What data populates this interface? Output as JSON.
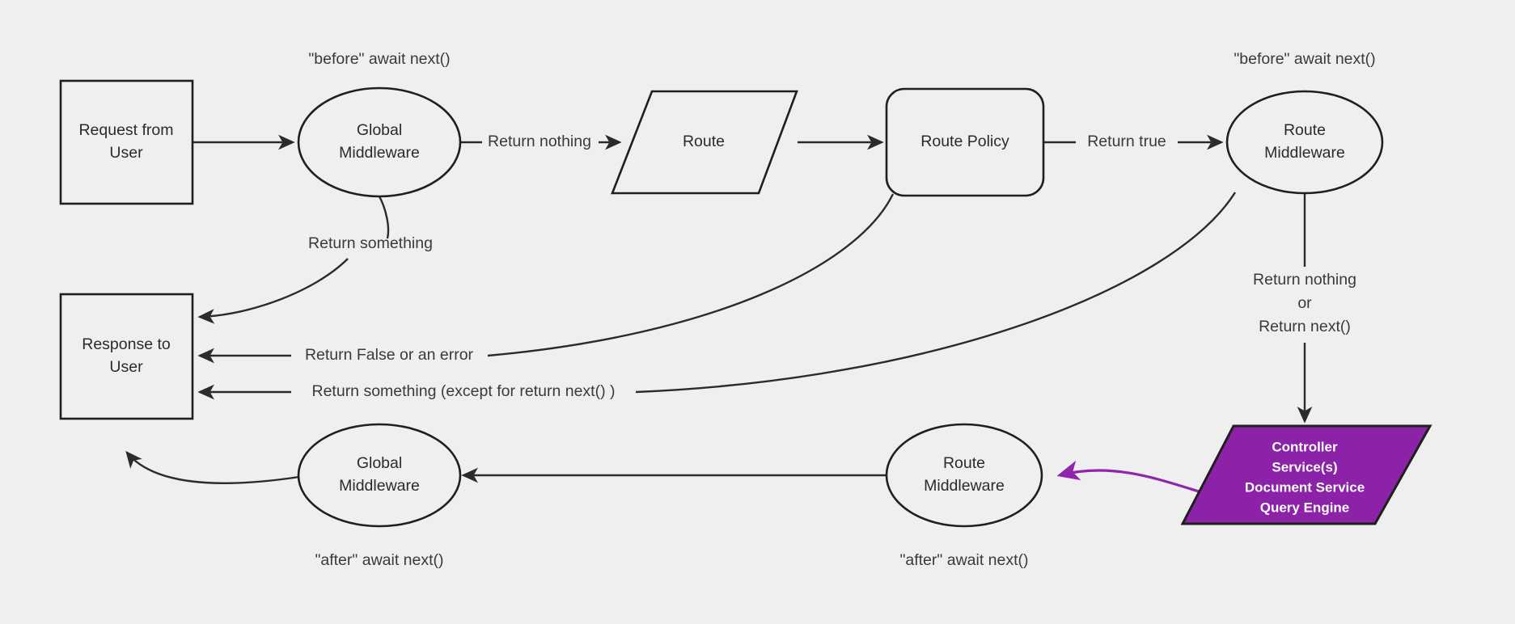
{
  "diagram": {
    "title": "Middleware request/response lifecycle flowchart",
    "background_color": "#efefef",
    "line_color": "#2b2b2b",
    "accent_color": "#8b22a8",
    "accent_text_color": "#ffffff"
  },
  "nodes": {
    "request_from_user": {
      "label_line1": "Request from",
      "label_line2": "User",
      "shape": "rectangle"
    },
    "global_middleware_top": {
      "label_line1": "Global",
      "label_line2": "Middleware",
      "shape": "ellipse"
    },
    "route": {
      "label": "Route",
      "shape": "parallelogram"
    },
    "route_policy": {
      "label": "Route Policy",
      "shape": "rounded-rectangle"
    },
    "route_middleware_top": {
      "label_line1": "Route",
      "label_line2": "Middleware",
      "shape": "ellipse"
    },
    "controller_services": {
      "line1": "Controller",
      "line2": "Service(s)",
      "line3": "Document Service",
      "line4": "Query Engine",
      "shape": "parallelogram",
      "fill": "#8b22a8"
    },
    "route_middleware_bottom": {
      "label_line1": "Route",
      "label_line2": "Middleware",
      "shape": "ellipse"
    },
    "global_middleware_bottom": {
      "label_line1": "Global",
      "label_line2": "Middleware",
      "shape": "ellipse"
    },
    "response_to_user": {
      "label_line1": "Response to",
      "label_line2": "User",
      "shape": "rectangle"
    }
  },
  "notes": {
    "before_await_next_global": "\"before\" await next()",
    "before_await_next_route": "\"before\" await next()",
    "after_await_next_global": "\"after\" await next()",
    "after_await_next_route": "\"after\" await next()"
  },
  "edge_labels": {
    "return_nothing": "Return nothing",
    "return_something": "Return something",
    "return_true": "Return true",
    "return_false_or_error": "Return False or an error",
    "return_something_except": "Return something (except for return next() )",
    "return_nothing_or_next_l1": "Return nothing",
    "return_nothing_or_next_l2": "or",
    "return_nothing_or_next_l3": "Return next()"
  }
}
